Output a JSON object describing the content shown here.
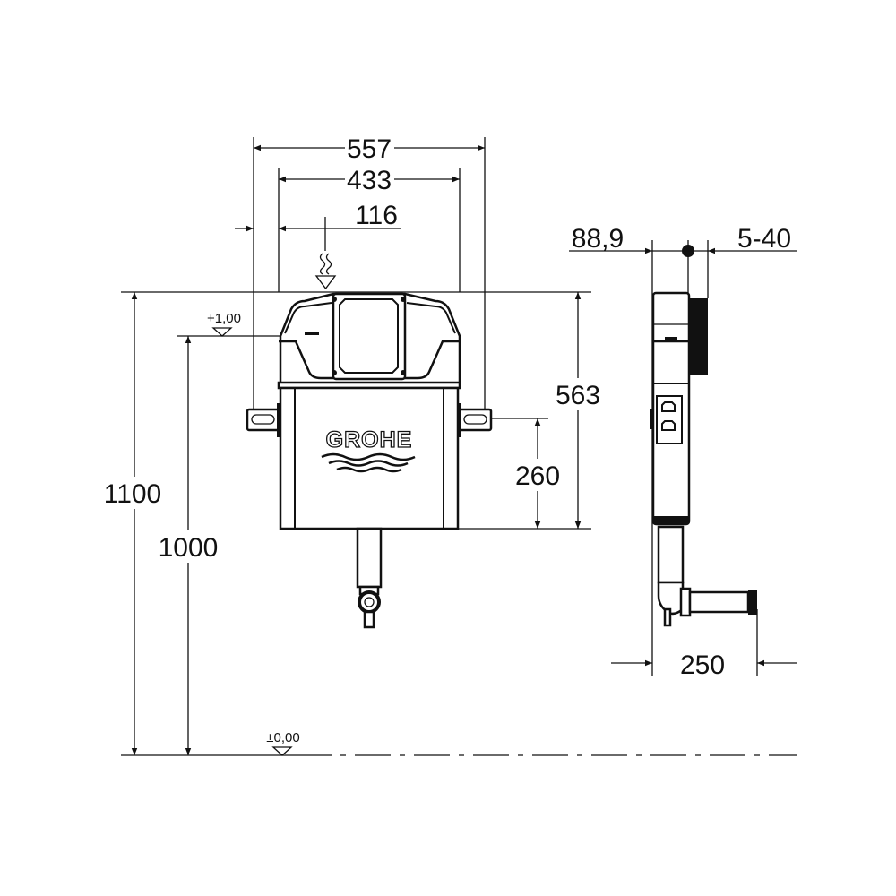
{
  "drawing": {
    "brand_logo": "GROHE",
    "colors": {
      "line": "#111111",
      "background": "#ffffff"
    },
    "front_view": {
      "dimensions": {
        "overall_width": "557",
        "frame_width": "433",
        "flush_offset": "116",
        "total_height": "1100",
        "flush_height": "1000",
        "cistern_height": "563",
        "bracket_height": "260"
      },
      "levels": {
        "upper": "+1,00",
        "floor": "±0,00"
      }
    },
    "side_view": {
      "dimensions": {
        "depth": "88,9",
        "plate_range": "5-40",
        "outlet_length": "250"
      }
    }
  }
}
